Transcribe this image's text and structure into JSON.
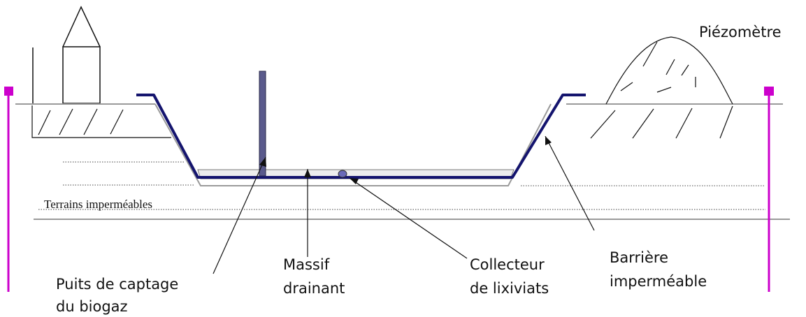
{
  "labels": {
    "piezometre": "Piézomètre",
    "terrains": "Terrains imperméables",
    "puits_line1": "Puits de captage",
    "puits_line2": "du biogaz",
    "massif_line1": "Massif",
    "massif_line2": "drainant",
    "collecteur_line1": "Collecteur",
    "collecteur_line2": "de lixiviats",
    "barriere_line1": "Barrière",
    "barriere_line2": "imperméable"
  },
  "colors": {
    "barrier": "#14146e",
    "piezometer": "#cc00cc",
    "well": "#5a5a8c",
    "ground": "#9a9a9a",
    "drain_fill": "#eeeeee",
    "collector": "#6a6ab8",
    "ink": "#111111"
  }
}
